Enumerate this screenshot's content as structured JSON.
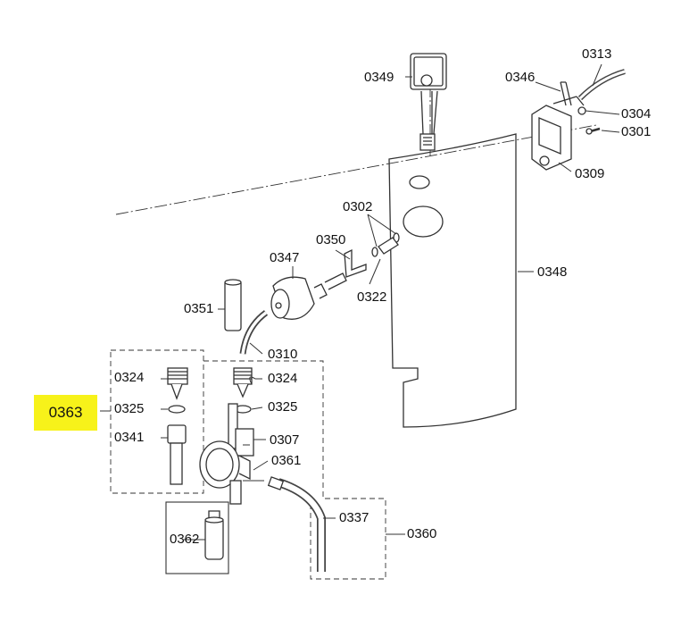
{
  "highlight": {
    "part": "0363",
    "color": "#f7f21a"
  },
  "parts": {
    "p0313": "0313",
    "p0349": "0349",
    "p0346": "0346",
    "p0304": "0304",
    "p0301": "0301",
    "p0309": "0309",
    "p0302": "0302",
    "p0350": "0350",
    "p0347": "0347",
    "p0348": "0348",
    "p0322": "0322",
    "p0351": "0351",
    "p0310": "0310",
    "p0324a": "0324",
    "p0324b": "0324",
    "p0325a": "0325",
    "p0325b": "0325",
    "p0341": "0341",
    "p0307": "0307",
    "p0361": "0361",
    "p0337": "0337",
    "p0360": "0360",
    "p0362": "0362"
  }
}
